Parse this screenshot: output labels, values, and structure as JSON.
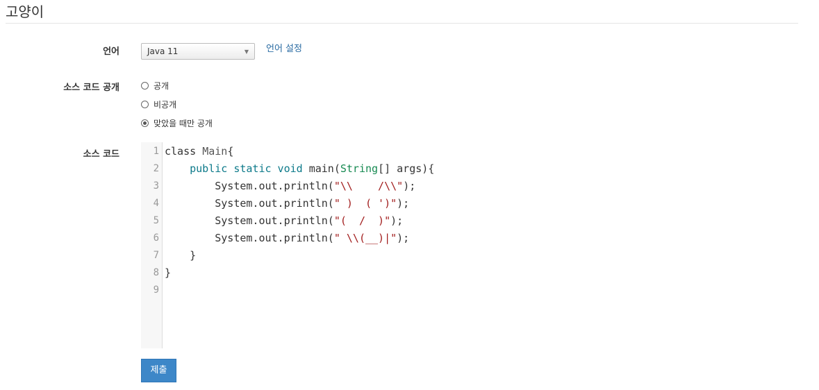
{
  "page_title": "고양이",
  "form": {
    "language_label": "언어",
    "language_selected": "Java 11",
    "language_settings_link": "언어 설정",
    "visibility_label": "소스 코드 공개",
    "visibility_options": [
      {
        "label": "공개",
        "checked": false
      },
      {
        "label": "비공개",
        "checked": false
      },
      {
        "label": "맞았을 때만 공개",
        "checked": true
      }
    ],
    "source_label": "소스 코드",
    "submit_label": "제출"
  },
  "editor": {
    "line_numbers": [
      "1",
      "2",
      "3",
      "4",
      "5",
      "6",
      "7",
      "8",
      "9"
    ],
    "lines": [
      [
        {
          "t": "class ",
          "c": "keyword"
        },
        {
          "t": "Main",
          "c": "class"
        },
        {
          "t": "{",
          "c": "plain"
        }
      ],
      [
        {
          "t": "    ",
          "c": "plain"
        },
        {
          "t": "public static void ",
          "c": "def"
        },
        {
          "t": "main(",
          "c": "plain"
        },
        {
          "t": "String",
          "c": "type"
        },
        {
          "t": "[] args){",
          "c": "plain"
        }
      ],
      [
        {
          "t": "        System.out.println(",
          "c": "plain"
        },
        {
          "t": "\"\\\\    /\\\\\"",
          "c": "string"
        },
        {
          "t": ");",
          "c": "plain"
        }
      ],
      [
        {
          "t": "        System.out.println(",
          "c": "plain"
        },
        {
          "t": "\" )  ( ')\"",
          "c": "string"
        },
        {
          "t": ");",
          "c": "plain"
        }
      ],
      [
        {
          "t": "        System.out.println(",
          "c": "plain"
        },
        {
          "t": "\"(  /  )\"",
          "c": "string"
        },
        {
          "t": ");",
          "c": "plain"
        }
      ],
      [
        {
          "t": "        System.out.println(",
          "c": "plain"
        },
        {
          "t": "\" \\\\(__)|\"",
          "c": "string"
        },
        {
          "t": ");",
          "c": "plain"
        }
      ],
      [
        {
          "t": "    }",
          "c": "plain"
        }
      ],
      [
        {
          "t": "}",
          "c": "plain"
        }
      ],
      [
        {
          "t": "",
          "c": "plain"
        }
      ]
    ]
  }
}
